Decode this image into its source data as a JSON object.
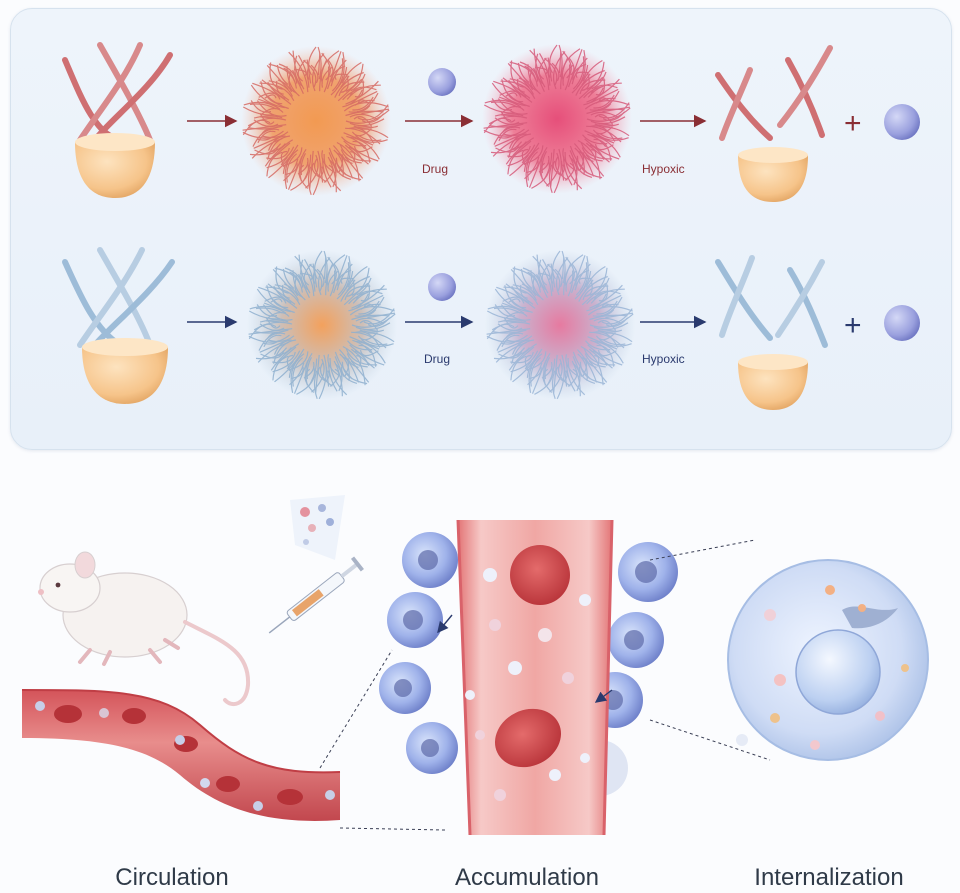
{
  "mechanism": {
    "rows": [
      {
        "drug_label": "Drug",
        "trigger_label": "Hypoxic",
        "plus": "+"
      },
      {
        "drug_label": "Drug",
        "trigger_label": "Hypoxic",
        "plus": "+"
      }
    ],
    "colors": {
      "row1_strand": "#cf6f72",
      "row2_strand": "#9dbcd8",
      "cup": "#f6c48a",
      "drug": "#9aa0de",
      "arrow": "#8a2e34"
    }
  },
  "stages": [
    {
      "label": "Circulation"
    },
    {
      "label": "Accumulation"
    },
    {
      "label": "Internalization"
    }
  ]
}
